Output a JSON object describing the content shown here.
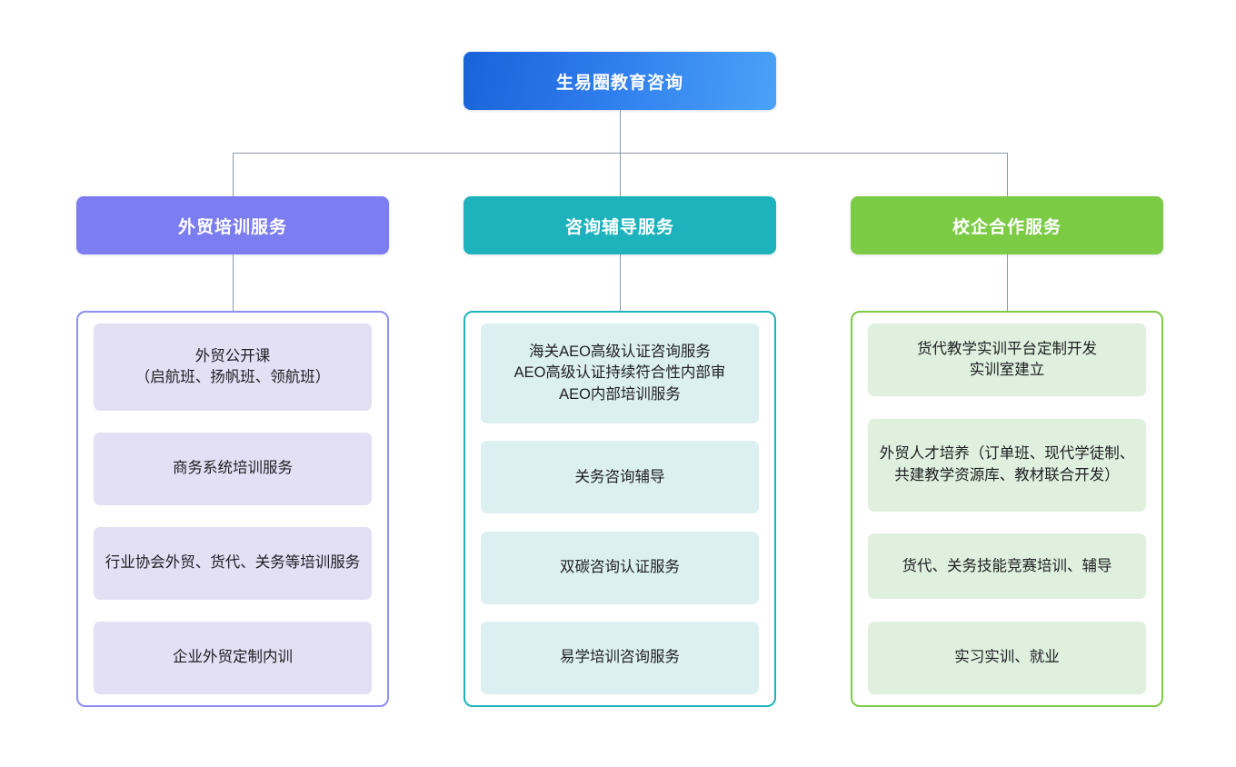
{
  "diagram": {
    "type": "organizational-tree",
    "root": {
      "label": "生易圈教育咨询",
      "color": "#2f7ced"
    },
    "connector_color": "#8c99a6",
    "branches": [
      {
        "id": "branch-training",
        "header": "外贸培训服务",
        "color": "#7b7df0",
        "card_color": "#e3dff5",
        "items": [
          "外贸公开课\n（启航班、扬帆班、领航班）",
          "商务系统培训服务",
          "行业协会外贸、货代、关务等培训服务",
          "企业外贸定制内训"
        ]
      },
      {
        "id": "branch-consulting",
        "header": "咨询辅导服务",
        "color": "#1eb3bc",
        "card_color": "#dcf0f2",
        "items": [
          "海关AEO高级认证咨询服务\nAEO高级认证持续符合性内部审\nAEO内部培训服务",
          "关务咨询辅导",
          "双碳咨询认证服务",
          "易学培训咨询服务"
        ]
      },
      {
        "id": "branch-school-enterprise",
        "header": "校企合作服务",
        "color": "#7ccb45",
        "card_color": "#dff0df",
        "items": [
          "货代教学实训平台定制开发\n实训室建立",
          "外贸人才培养（订单班、现代学徒制、共建教学资源库、教材联合开发）",
          "货代、关务技能竞赛培训、辅导",
          "实习实训、就业"
        ]
      }
    ]
  }
}
